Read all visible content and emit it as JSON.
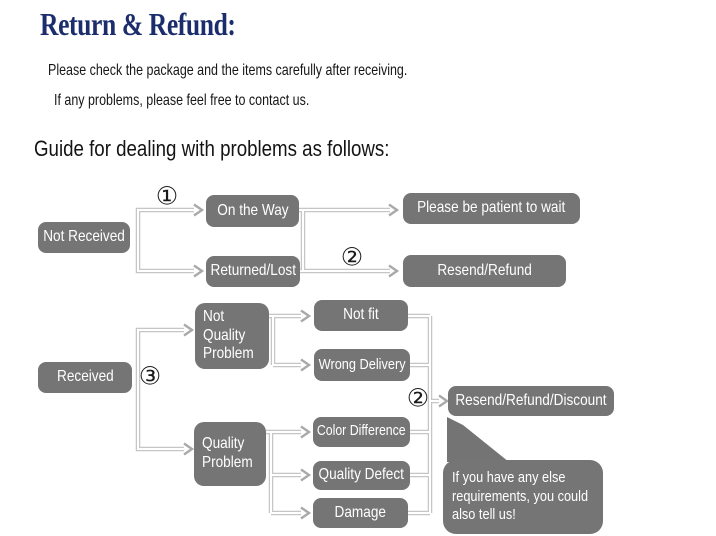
{
  "header": {
    "title": "Return & Refund:",
    "line1": "Please check the package and the items carefully after receiving.",
    "line2": "If any problems, please feel free to contact us.",
    "guide_heading": "Guide for dealing with problems as follows:"
  },
  "flowchart": {
    "nodes": {
      "not_received": "Not Received",
      "on_the_way": "On the Way",
      "returned_lost": "Returned/Lost",
      "please_wait": "Please be patient to wait",
      "resend_refund": "Resend/Refund",
      "received": "Received",
      "not_quality_problem": "Not\nQuality\nProblem",
      "not_fit": "Not fit",
      "wrong_delivery": "Wrong Delivery",
      "quality_problem": "Quality\nProblem",
      "color_difference": "Color Difference",
      "quality_defect": "Quality Defect",
      "damage": "Damage",
      "resend_refund_discount": "Resend/Refund/Discount"
    },
    "markers": {
      "step1": "①",
      "step2": "②",
      "step3": "③"
    },
    "note": "If you have any else\nrequirements, you could\nalso tell us!"
  },
  "colors": {
    "title_text": "#1c2d6d",
    "node_fill": "#757575",
    "node_text": "#ffffff",
    "connector": "#c6c6c6",
    "marker_text": "#1a1a1a"
  }
}
